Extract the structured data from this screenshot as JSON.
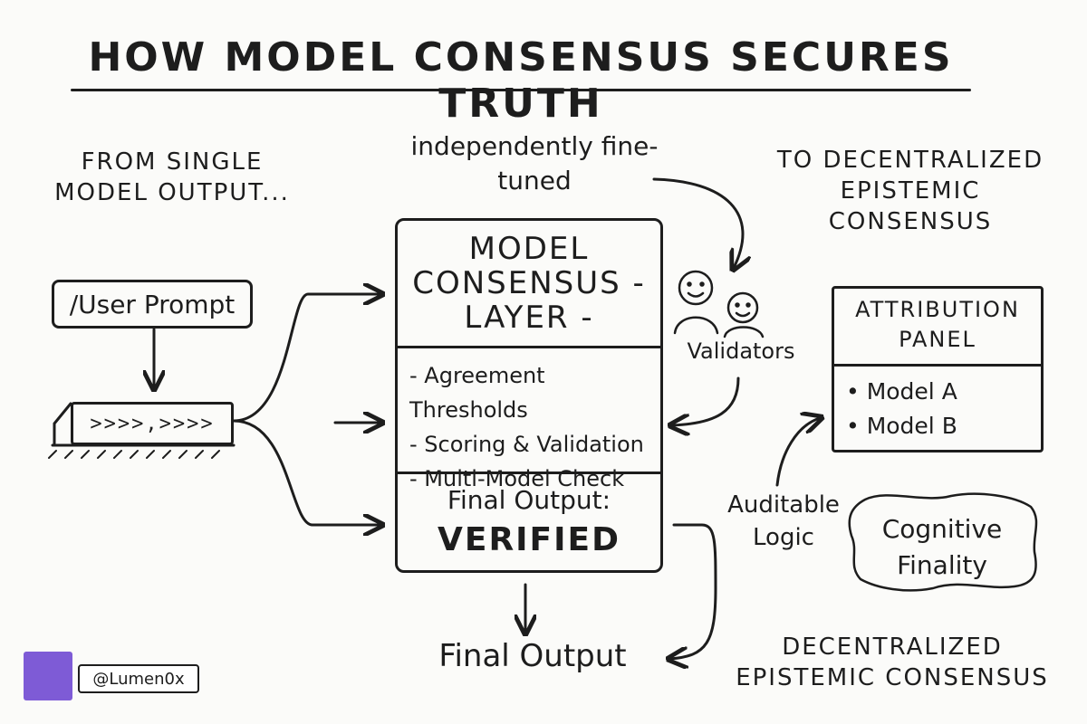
{
  "title": "HOW MODEL CONSENSUS SECURES TRUTH",
  "left_heading": "FROM SINGLE MODEL OUTPUT...",
  "right_heading": "TO DECENTRALIZED EPISTEMIC CONSENSUS",
  "fine_tuned_note": "independently fine-tuned",
  "user_prompt": "/User Prompt",
  "input_stream": ">>>>,>>>>",
  "consensus_layer": {
    "title": "MODEL CONSENSUS - LAYER -",
    "items": [
      "- Agreement Thresholds",
      "- Scoring & Validation",
      "- Multi-Model Check"
    ],
    "final_label": "Final Output:",
    "final_status": "VERIFIED"
  },
  "validators_label": "Validators",
  "attribution_panel": {
    "title": "ATTRIBUTION PANEL",
    "items": [
      "• Model A",
      "• Model B"
    ]
  },
  "auditable_logic": "Auditable Logic",
  "cognitive_finality": "Cognitive Finality",
  "final_output": "Final Output",
  "bottom_heading": "DECENTRALIZED EPISTEMIC CONSENSUS",
  "handle": "@Lumen0x"
}
